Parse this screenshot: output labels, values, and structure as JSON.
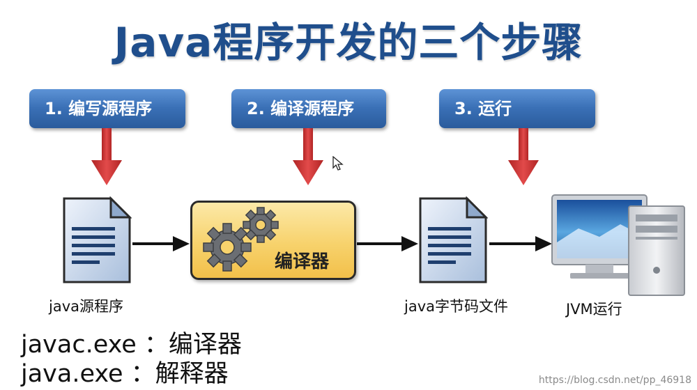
{
  "title": "Java程序开发的三个步骤",
  "steps": [
    {
      "label": "1. 编写源程序"
    },
    {
      "label": "2. 编译源程序"
    },
    {
      "label": "3. 运行"
    }
  ],
  "nodes": {
    "source_caption": "java源程序",
    "compiler_label": "编译器",
    "bytecode_caption": "java字节码文件",
    "jvm_caption": "JVM运行"
  },
  "commands": [
    {
      "text": "javac.exe ：编译器"
    },
    {
      "text": "java.exe ：解释器"
    }
  ],
  "watermark": "https://blog.csdn.net/pp_46918",
  "colors": {
    "title": "#1f4e8c",
    "step_box": "#3a70b6",
    "down_arrow": "#d33a3a",
    "compiler_fill": "#f7d26c",
    "gear": "#6b6e73"
  }
}
